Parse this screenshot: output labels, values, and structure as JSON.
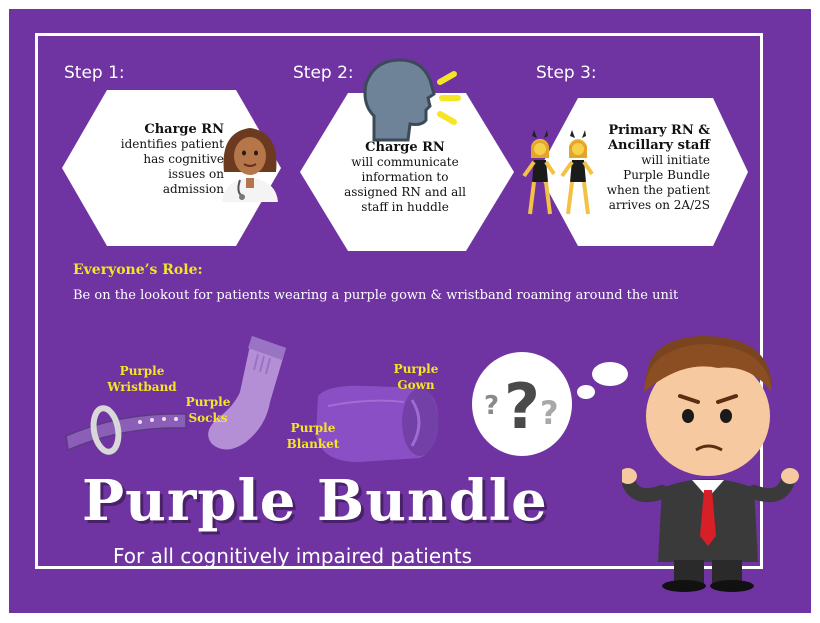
{
  "steps": [
    {
      "label": "Step 1:",
      "title": "Charge RN",
      "text": [
        "identifies patient",
        "has cognitive",
        "issues on",
        "admission"
      ]
    },
    {
      "label": "Step 2:",
      "title": "Charge RN",
      "text": [
        "will communicate",
        "information to",
        "assigned RN and all",
        "staff in huddle"
      ]
    },
    {
      "label": "Step 3:",
      "title": "Primary RN &",
      "title2": "Ancillary staff",
      "text": [
        "will initiate",
        "Purple Bundle",
        "when the patient",
        "arrives on 2A/2S"
      ]
    }
  ],
  "role": {
    "title": "Everyone’s Role:",
    "text": "Be on the lookout for patients wearing a purple gown & wristband roaming around the unit"
  },
  "items": [
    {
      "lines": [
        "Purple",
        "Wristband"
      ]
    },
    {
      "lines": [
        "Purple",
        "Socks"
      ]
    },
    {
      "lines": [
        "Purple",
        "Blanket"
      ]
    },
    {
      "lines": [
        "Purple",
        "Gown"
      ]
    }
  ],
  "title": "Purple Bundle",
  "subtitle": "For all cognitively impaired patients",
  "colors": {
    "background": "#6f34a1",
    "accent": "#f5e526",
    "hexagon": "#ffffff"
  },
  "icons": [
    "nurse-icon",
    "speaking-head-icon",
    "dancers-icon",
    "wristband-icon",
    "sock-icon",
    "blanket-icon",
    "question-bubble-icon",
    "confused-man-icon"
  ]
}
